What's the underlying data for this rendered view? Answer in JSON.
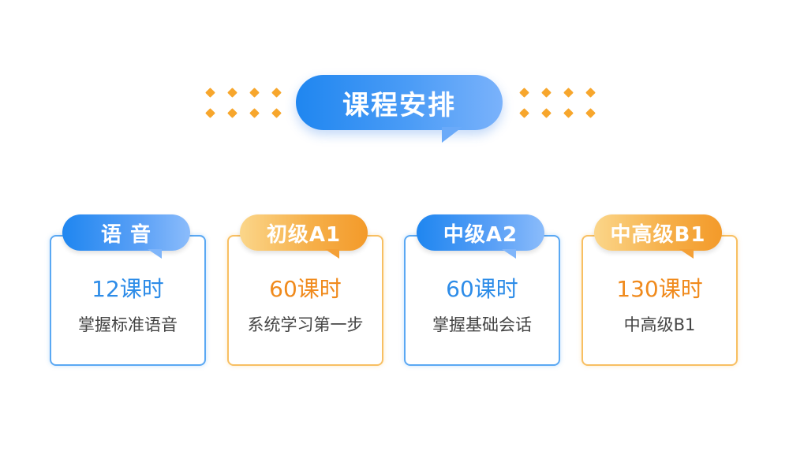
{
  "title": "课程安排",
  "colors": {
    "blue": "#1f86f0",
    "orange": "#f6a531",
    "dot": "#f7a62c"
  },
  "courses": [
    {
      "label": "语 音",
      "hours": "12课时",
      "description": "掌握标准语音",
      "theme": "blue"
    },
    {
      "label": "初级A1",
      "hours": "60课时",
      "description": "系统学习第一步",
      "theme": "orange"
    },
    {
      "label": "中级A2",
      "hours": "60课时",
      "description": "掌握基础会话",
      "theme": "blue"
    },
    {
      "label": "中高级B1",
      "hours": "130课时",
      "description": "中高级B1",
      "theme": "orange"
    }
  ]
}
